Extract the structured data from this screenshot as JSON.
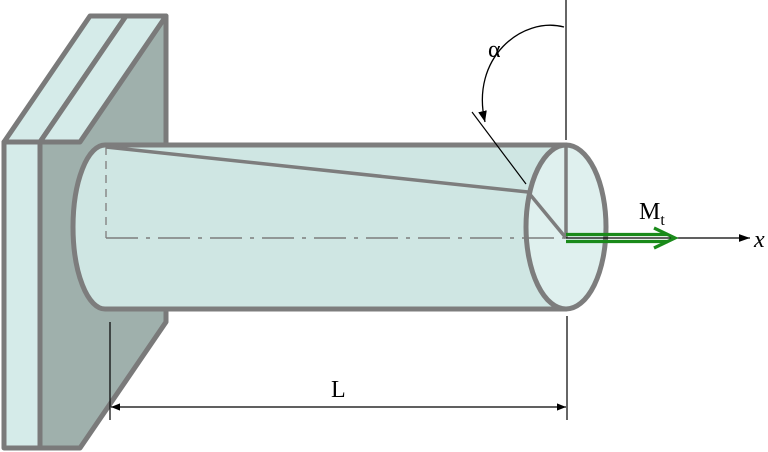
{
  "labels": {
    "angle": "α",
    "length": "L",
    "moment": "M",
    "moment_subscript": "t",
    "axis": "x"
  },
  "colors": {
    "wall_front": "#d5ebe9",
    "wall_side": "#9fb0ac",
    "wall_stroke": "#7a7a7a",
    "shaft_fill": "#cfe6e3",
    "end_face_fill": "#dff0ee",
    "shaft_stroke": "#7d7d7d",
    "moment_arrow": "#1a8a1a",
    "line": "#000000",
    "background": "#ffffff"
  }
}
